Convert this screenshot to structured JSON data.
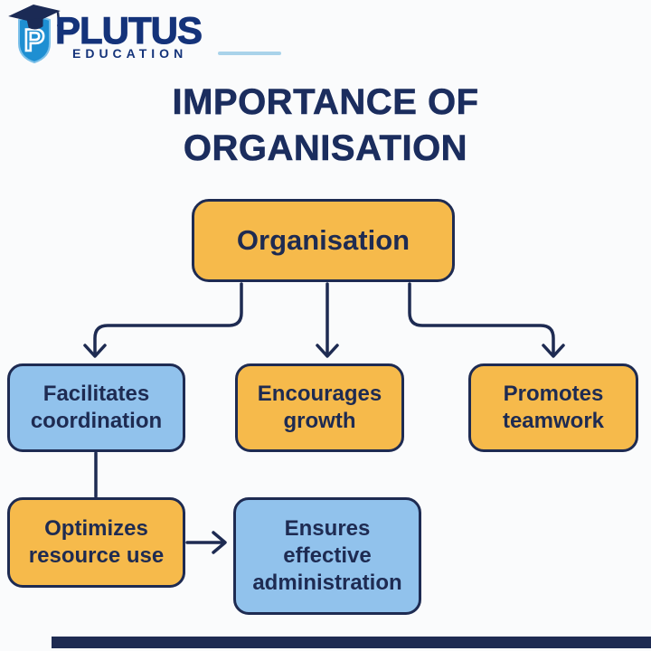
{
  "brand": {
    "name": "PLUTUS",
    "tagline": "EDUCATION",
    "logo_icon": "shield-graduation-cap-icon",
    "logo_letter": "P",
    "navy": "#14337a",
    "shield_blue": "#1e8fd2",
    "accent_line_color": "#a9d3ea"
  },
  "title": {
    "line1": "IMPORTANCE OF",
    "line2": "ORGANISATION"
  },
  "colors": {
    "navy": "#1e2b52",
    "orange": "#f6ba4b",
    "blue": "#91c2ec",
    "background": "#fafbfc"
  },
  "diagram": {
    "nodes": [
      {
        "id": "organisation",
        "label": "Organisation",
        "color": "orange",
        "role": "root"
      },
      {
        "id": "facilitates",
        "label": "Facilitates coordination",
        "color": "blue"
      },
      {
        "id": "encourages",
        "label": "Encourages growth",
        "color": "orange"
      },
      {
        "id": "promotes",
        "label": "Promotes teamwork",
        "color": "orange"
      },
      {
        "id": "optimizes",
        "label": "Optimizes resource use",
        "color": "orange"
      },
      {
        "id": "ensures",
        "label": "Ensures effective administration",
        "color": "blue"
      }
    ],
    "edges": [
      {
        "from": "organisation",
        "to": "facilitates",
        "style": "arrow"
      },
      {
        "from": "organisation",
        "to": "encourages",
        "style": "arrow"
      },
      {
        "from": "organisation",
        "to": "promotes",
        "style": "arrow"
      },
      {
        "from": "facilitates",
        "to": "optimizes",
        "style": "line"
      },
      {
        "from": "optimizes",
        "to": "ensures",
        "style": "arrow"
      }
    ]
  }
}
